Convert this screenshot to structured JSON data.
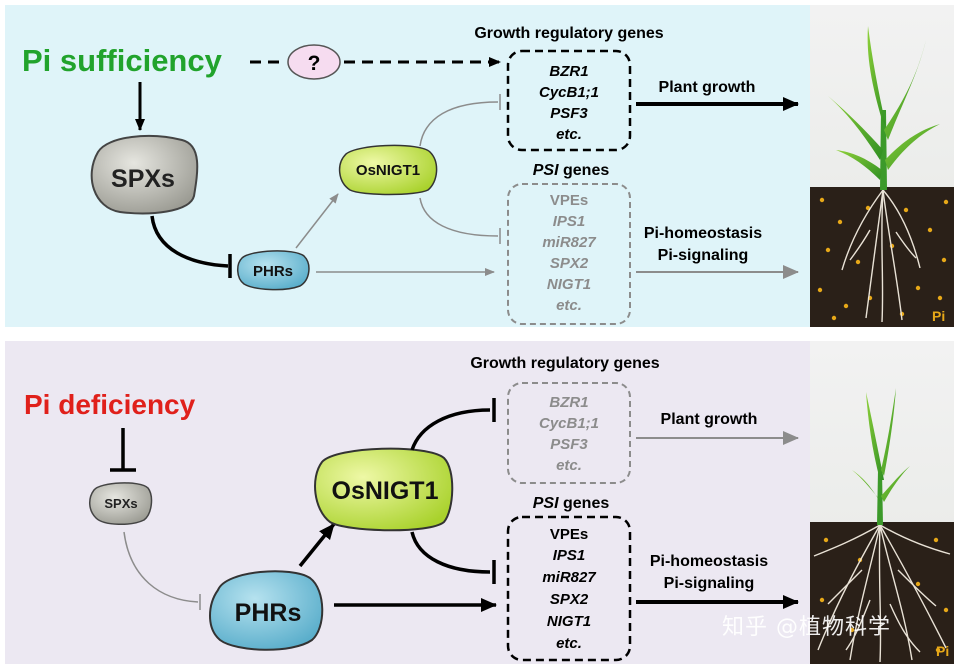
{
  "top_panel": {
    "condition": "Pi sufficiency",
    "unknown": "?",
    "spxs": "SPXs",
    "phrs": "PHRs",
    "osnigt1": "OsNIGT1",
    "growth_title": "Growth regulatory genes",
    "growth_genes": [
      "BZR1",
      "CycB1;1",
      "PSF3",
      "etc."
    ],
    "psi_title_italic": "PSI",
    "psi_title_rest": " genes",
    "psi_genes": [
      "VPEs",
      "IPS1",
      "miR827",
      "SPX2",
      "NIGT1",
      "etc."
    ],
    "outcome_growth": "Plant growth",
    "outcome_pi_1": "Pi-homeostasis",
    "outcome_pi_2": "Pi-signaling",
    "plant_label": "Pi"
  },
  "bottom_panel": {
    "condition": "Pi deficiency",
    "spxs": "SPXs",
    "phrs": "PHRs",
    "osnigt1": "OsNIGT1",
    "growth_title": "Growth regulatory genes",
    "growth_genes": [
      "BZR1",
      "CycB1;1",
      "PSF3",
      "etc."
    ],
    "psi_title_italic": "PSI",
    "psi_title_rest": " genes",
    "psi_genes": [
      "VPEs",
      "IPS1",
      "miR827",
      "SPX2",
      "NIGT1",
      "etc."
    ],
    "outcome_growth": "Plant growth",
    "outcome_pi_1": "Pi-homeostasis",
    "outcome_pi_2": "Pi-signaling",
    "plant_label": "Pi"
  },
  "watermark": "知乎 @植物科学",
  "colors": {
    "top_bg": "#dff4f9",
    "bottom_bg": "#ece8f2",
    "sufficiency_green": "#21a32c",
    "deficiency_red": "#e0201b",
    "active_line": "#000000",
    "inactive_line": "#8c8c8c",
    "phrs_fill": "#79c3db",
    "osnigt1_fill": "#c9e64c",
    "spxs_fill": "#b4b4ac",
    "question_fill": "#f6dcf0",
    "soil": "#2a2018",
    "phosphate_dot": "#e7a818"
  }
}
